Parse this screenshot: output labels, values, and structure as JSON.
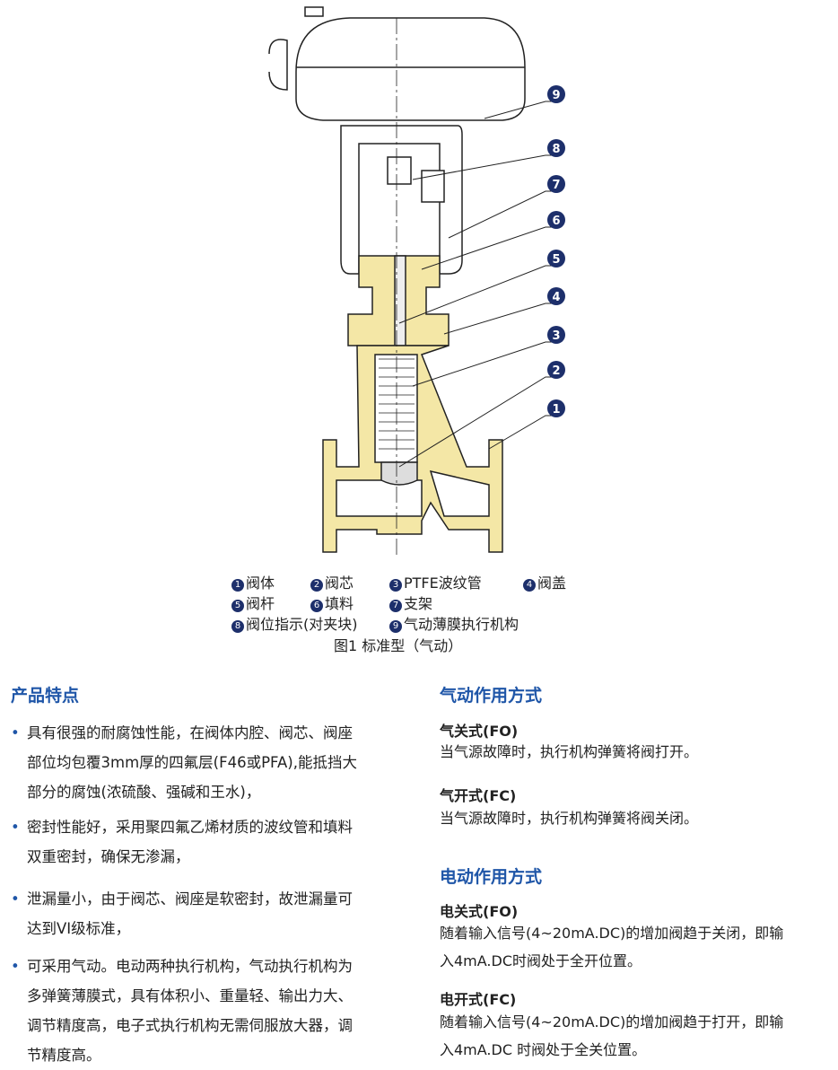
{
  "legend": [
    {
      "n": "1",
      "label": "阀体"
    },
    {
      "n": "2",
      "label": "阀芯"
    },
    {
      "n": "3",
      "label": "PTFE波纹管"
    },
    {
      "n": "4",
      "label": "阀盖"
    },
    {
      "n": "5",
      "label": "阀杆"
    },
    {
      "n": "6",
      "label": "填料"
    },
    {
      "n": "7",
      "label": "支架"
    },
    {
      "n": "8",
      "label": "阀位指示(对夹块)"
    },
    {
      "n": "9",
      "label": "气动薄膜执行机构"
    }
  ],
  "callouts": [
    "9",
    "8",
    "7",
    "6",
    "5",
    "4",
    "3",
    "2",
    "1"
  ],
  "caption": "图1  标准型（气动）",
  "features": {
    "title": "产品特点",
    "bullets": [
      [
        "具有很强的耐腐蚀性能，在阀体内腔、阀芯、阀座",
        "部位均包覆3mm厚的四氟层(F46或PFA),能抵挡大",
        "部分的腐蚀(浓硫酸、强碱和王水)，"
      ],
      [
        "密封性能好，采用聚四氟乙烯材质的波纹管和填料",
        "双重密封，确保无渗漏，"
      ],
      [
        "泄漏量小，由于阀芯、阀座是软密封，故泄漏量可",
        "达到VI级标准，"
      ],
      [
        "可采用气动。电动两种执行机构，气动执行机构为",
        "多弹簧薄膜式，具有体积小、重量轻、输出力大、",
        "调节精度高，电子式执行机构无需伺服放大器，调",
        "节精度高。"
      ]
    ]
  },
  "pneumatic": {
    "title": "气动作用方式",
    "fo_label": "气关式(FO)",
    "fo_text": "当气源故障时，执行机构弹簧将阀打开。",
    "fc_label": "气开式(FC)",
    "fc_text": "当气源故障时，执行机构弹簧将阀关闭。"
  },
  "electric": {
    "title": "电动作用方式",
    "fo_label": "电关式(FO)",
    "fo_text": [
      "随着输入信号(4~20mA.DC)的增加阀趋于关闭，即输",
      "入4mA.DC时阀处于全开位置。"
    ],
    "fc_label": "电开式(FC)",
    "fc_text": [
      "随着输入信号(4~20mA.DC)的增加阀趋于打开，即输",
      "入4mA.DC 时阀处于全关位置。"
    ]
  },
  "colors": {
    "accent": "#1f56a8",
    "body": "#f4e7a6",
    "callout": "#1d2f6b"
  }
}
